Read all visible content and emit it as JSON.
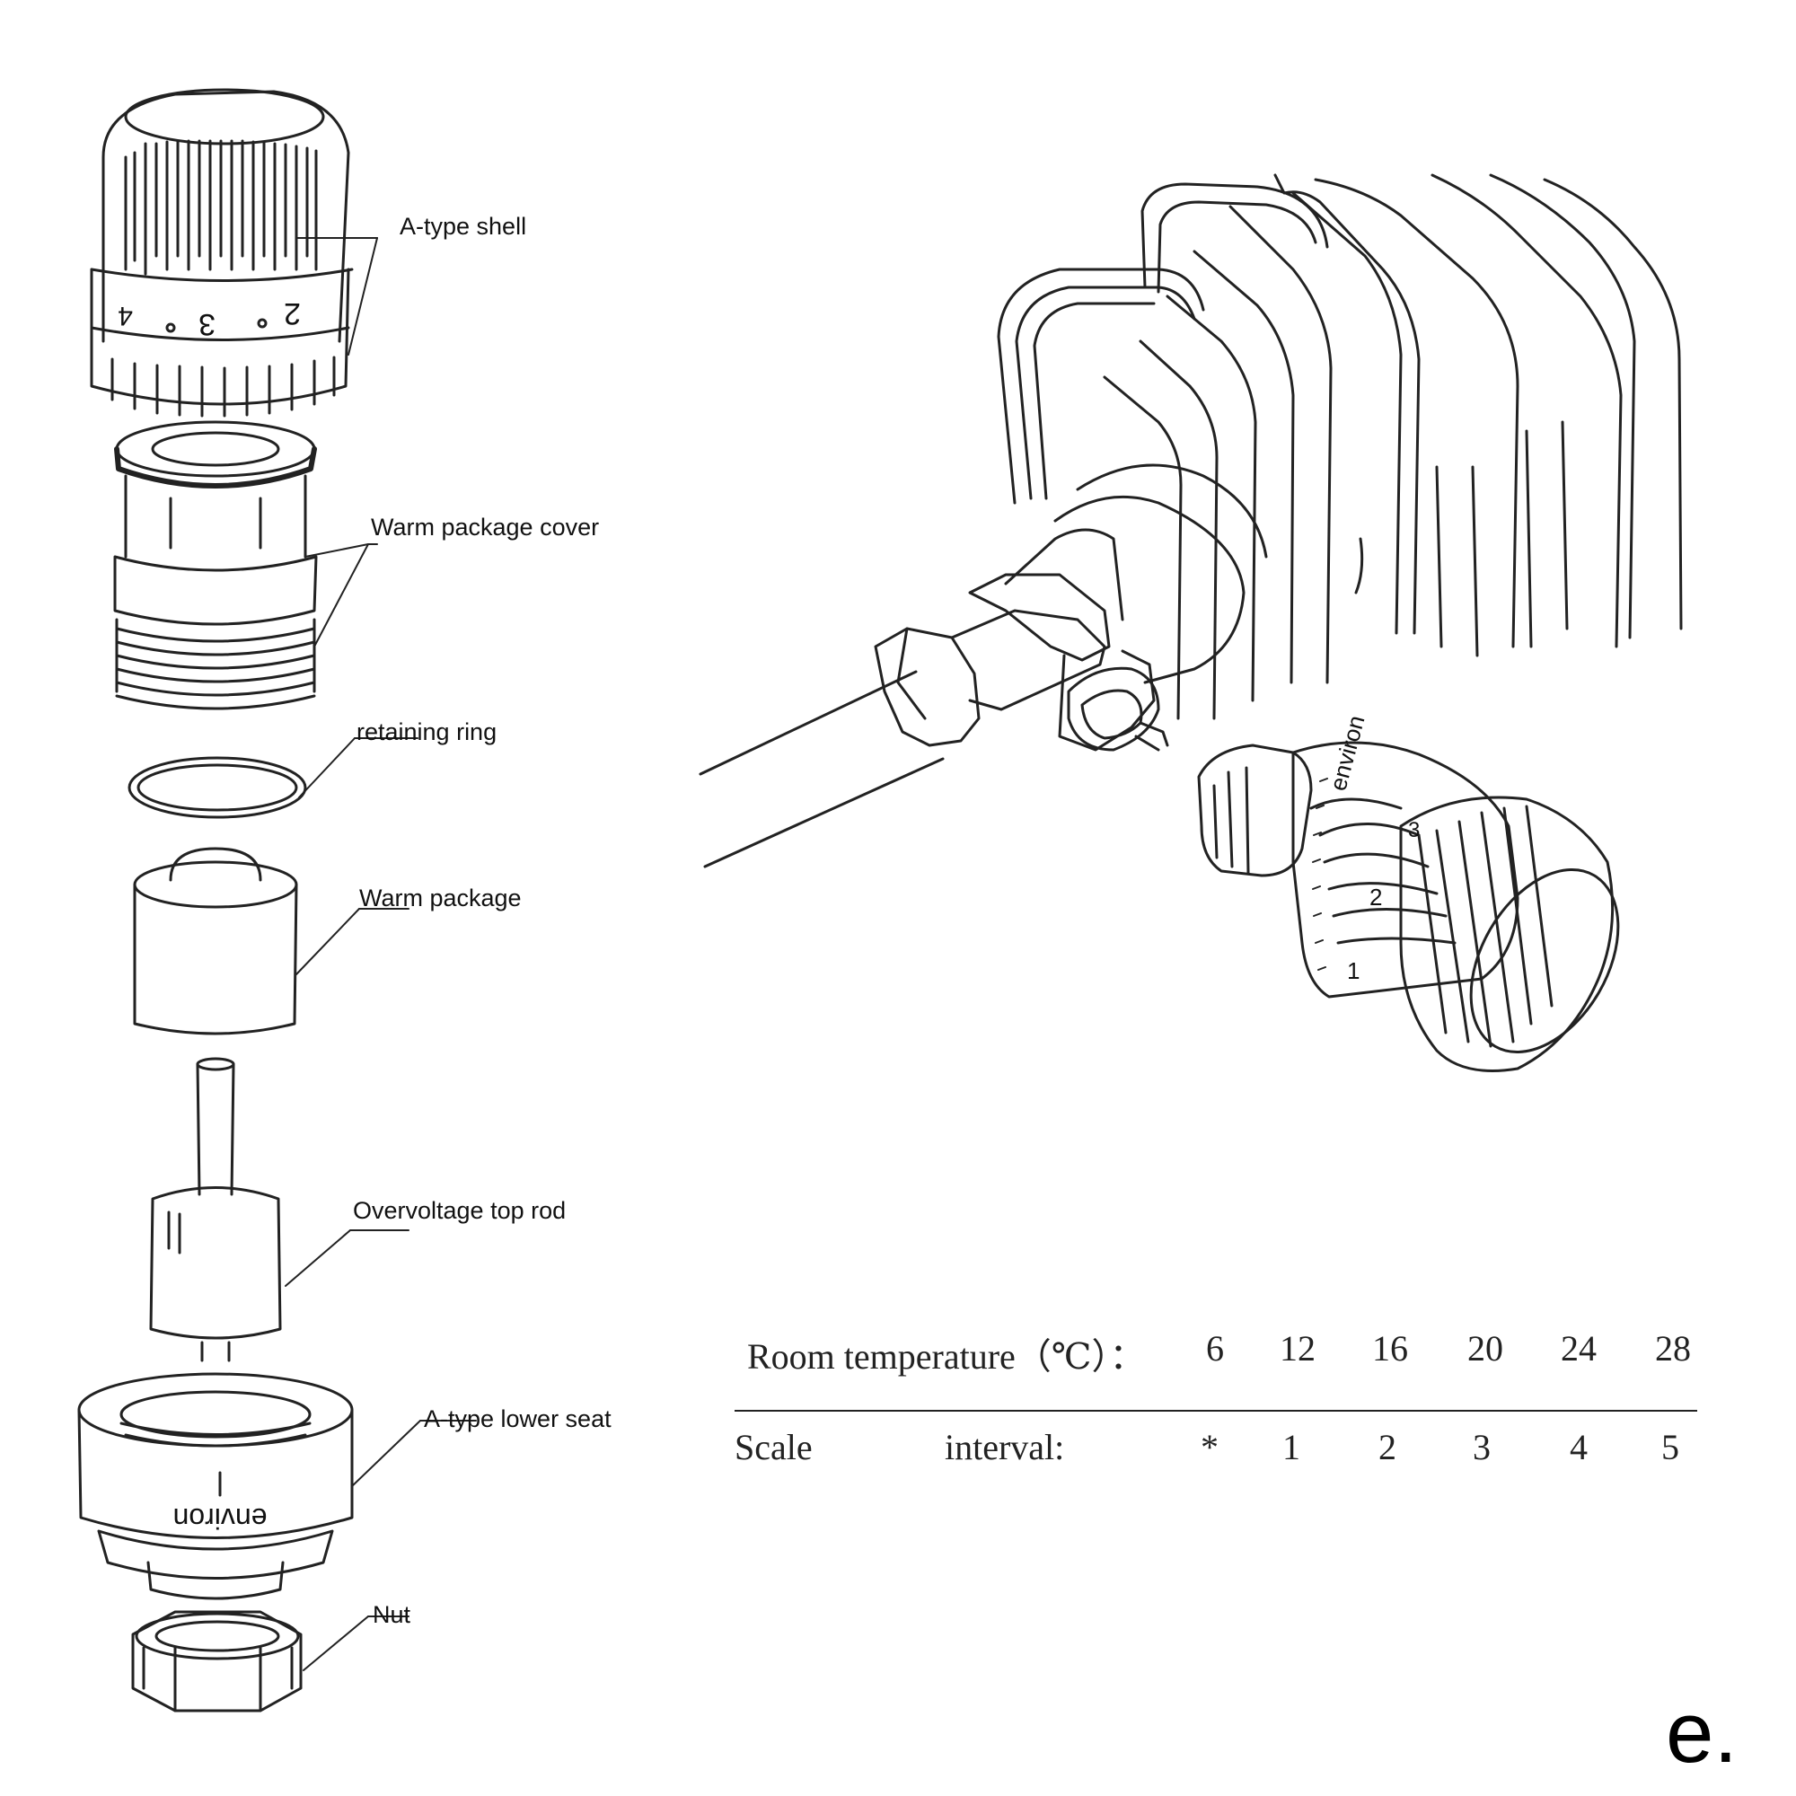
{
  "labels": {
    "shell": "A-type shell",
    "cover": "Warm package cover",
    "ring": "retaining ring",
    "package": "Warm package",
    "rod": "Overvoltage top rod",
    "seat": "A-type lower seat",
    "nut": "Nut"
  },
  "knob_dial": [
    "2",
    "3",
    "4"
  ],
  "product_brand": "environ",
  "table": {
    "row1_label": "Room temperature（℃）：",
    "row1_values": [
      "6",
      "12",
      "16",
      "20",
      "24",
      "28"
    ],
    "row2_label_a": "Scale",
    "row2_label_b": "interval:",
    "row2_values": [
      "*",
      "1",
      "2",
      "3",
      "4",
      "5"
    ]
  },
  "corner_mark": "e."
}
